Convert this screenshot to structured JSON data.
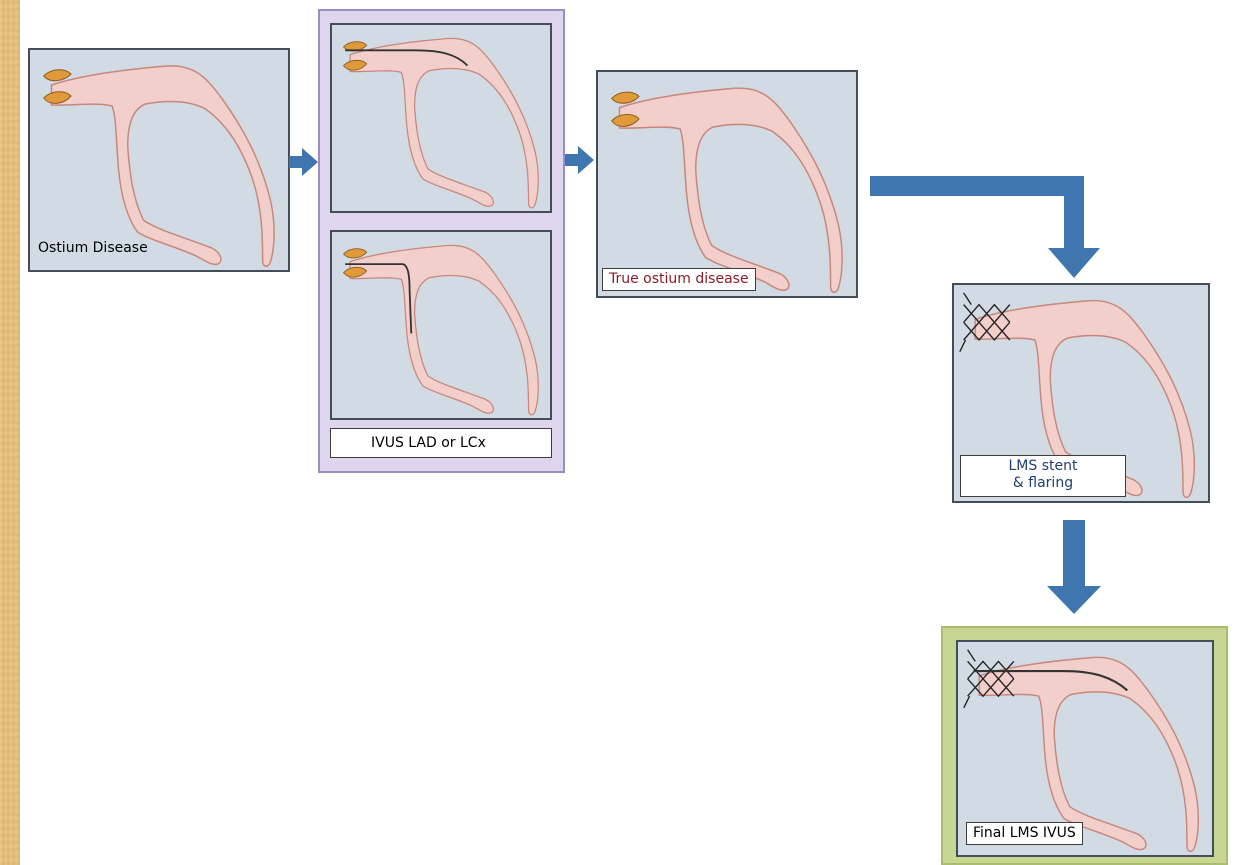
{
  "colors": {
    "panel_bg": "#d2dbe3",
    "vessel_fill": "#f2cfcb",
    "vessel_stroke": "#c7877d",
    "plaque": "#e09a3a",
    "arrow": "#3f76b0",
    "group_frame": "#ddd6ee",
    "final_frame": "#c7d693"
  },
  "panels": {
    "ostium": {
      "label": "Ostium Disease"
    },
    "ivus_lad": {
      "label": ""
    },
    "ivus_lcx": {
      "label": ""
    },
    "ivus_group": {
      "label": "IVUS LAD or LCx"
    },
    "true_ostium": {
      "label": "True ostium disease",
      "label_color": "#8c1c2a"
    },
    "lms_stent": {
      "label_line1": "LMS stent",
      "label_line2": "& flaring",
      "label_color": "#1f3f73"
    },
    "final": {
      "label": "Final LMS IVUS"
    }
  }
}
